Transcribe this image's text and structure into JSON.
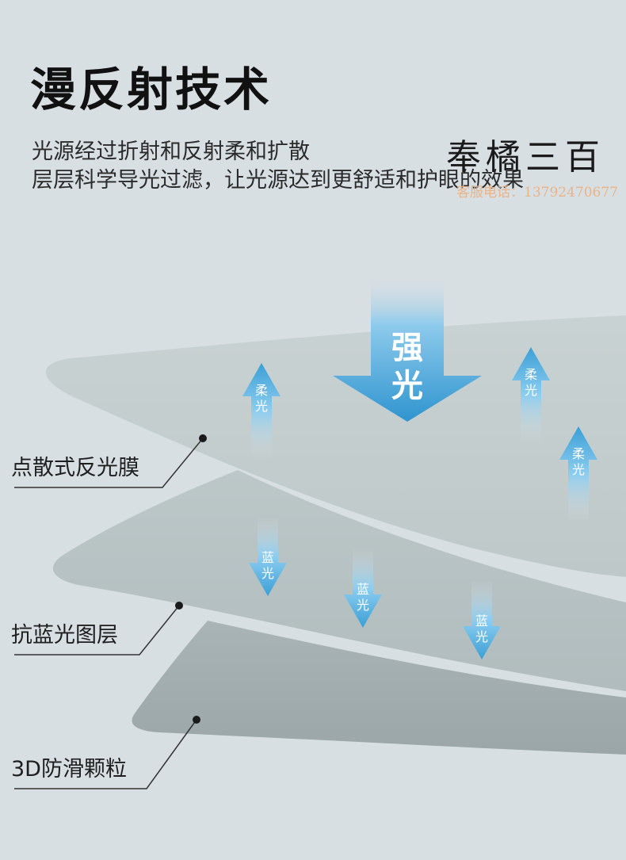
{
  "title": "漫反射技术",
  "subtitle_line1": "光源经过折射和反射柔和扩散",
  "subtitle_line2": "层层科学导光过滤，让光源达到更舒适和护眼的效果",
  "watermark": {
    "brand": "奉橘三百",
    "phone_label": "客服电话：13792470677"
  },
  "strong_arrow": {
    "line1": "强",
    "line2": "光"
  },
  "soft_arrow": {
    "line1": "柔",
    "line2": "光"
  },
  "blue_arrow": {
    "line1": "蓝",
    "line2": "光"
  },
  "layers": [
    {
      "label": "点散式反光膜"
    },
    {
      "label": "抗蓝光图层"
    },
    {
      "label": "3D防滑颗粒"
    }
  ],
  "colors": {
    "background": "#d8dfe3",
    "arrow_blue": "#3b9fd6",
    "arrow_light": "#8ccdf0"
  }
}
